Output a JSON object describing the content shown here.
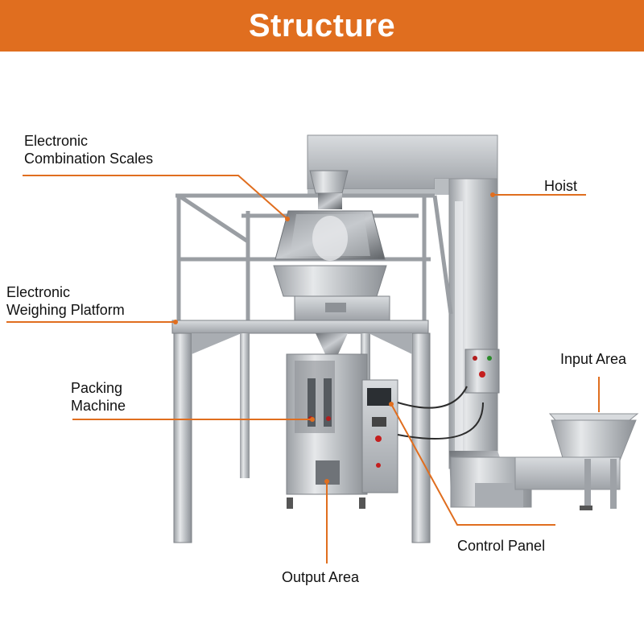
{
  "header": {
    "title": "Structure",
    "bg_color": "#e06e1f",
    "text_color": "#ffffff"
  },
  "leader_color": "#e06e1f",
  "callouts": {
    "combination_scales": {
      "line1": "Electronic",
      "line2": "Combination Scales"
    },
    "weighing_platform": {
      "line1": "Electronic",
      "line2": "Weighing Platform"
    },
    "packing_machine": {
      "line1": "Packing",
      "line2": "Machine"
    },
    "hoist": {
      "line1": "Hoist"
    },
    "input_area": {
      "line1": "Input Area"
    },
    "control_panel": {
      "line1": "Control Panel"
    },
    "output_area": {
      "line1": "Output Area"
    }
  }
}
